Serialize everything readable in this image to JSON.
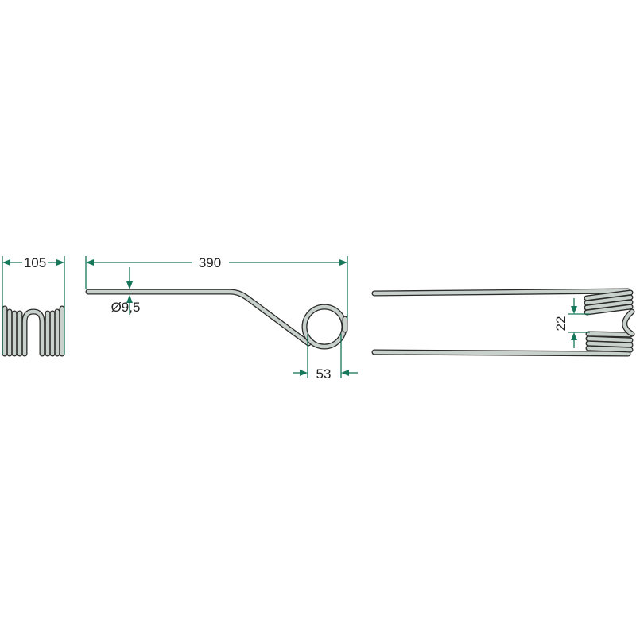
{
  "drawing": {
    "title": "Spring tine technical drawing",
    "dimensions": {
      "coil_width": "105",
      "total_length": "390",
      "wire_diameter": "Ø9,5",
      "coil_diameter": "53",
      "coil_gap": "22"
    },
    "colors": {
      "dimension_line": "#17775a",
      "wire_fill": "#c9d1cd",
      "wire_outline": "#2b2b2b"
    }
  }
}
